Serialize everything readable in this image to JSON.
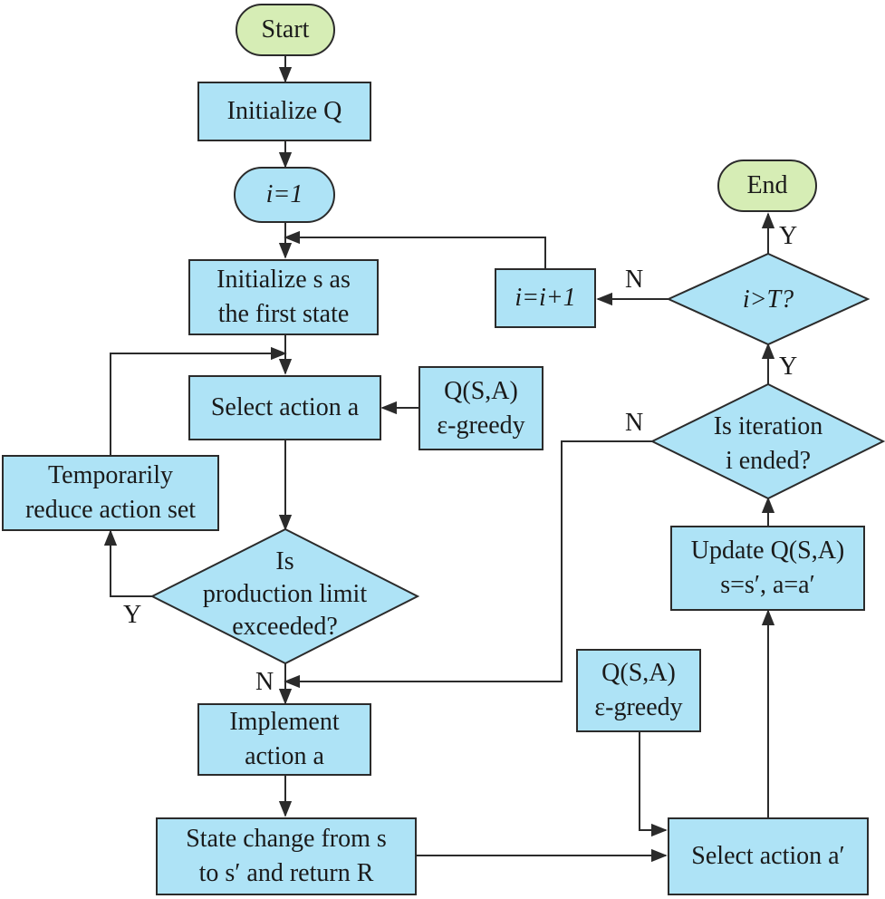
{
  "nodes": {
    "start": "Start",
    "end": "End",
    "init_q": "Initialize Q",
    "i_eq_1": "i=1",
    "init_s_line1": "Initialize s as",
    "init_s_line2": "the first state",
    "select_a": "Select action a",
    "qsa_policy_top_line1": "Q(S,A)",
    "qsa_policy_top_line2": "ε-greedy",
    "temp_reduce_line1": "Temporarily",
    "temp_reduce_line2": "reduce action set",
    "limit_q_line1": "Is",
    "limit_q_line2": "production limit",
    "limit_q_line3": "exceeded?",
    "implement_line1": "Implement",
    "implement_line2": "action a",
    "state_change_line1": "State change from s",
    "state_change_line2": "to s′ and return R",
    "qsa_policy_bottom_line1": "Q(S,A)",
    "qsa_policy_bottom_line2": "ε-greedy",
    "select_a_prime": "Select action a′",
    "update_line1": "Update Q(S,A)",
    "update_line2": "s=s′, a=a′",
    "iter_q_line1": "Is iteration",
    "iter_q_line2": "i ended?",
    "i_gt_t": "i>T?",
    "i_inc": "i=i+1"
  },
  "edge_labels": {
    "limit_yes": "Y",
    "limit_no": "N",
    "iter_yes": "Y",
    "iter_no": "N",
    "t_yes": "Y",
    "t_no": "N"
  },
  "colors": {
    "process_fill": "#aee3f6",
    "terminal_fill": "#d6edb5",
    "stroke": "#2b2b2b"
  }
}
